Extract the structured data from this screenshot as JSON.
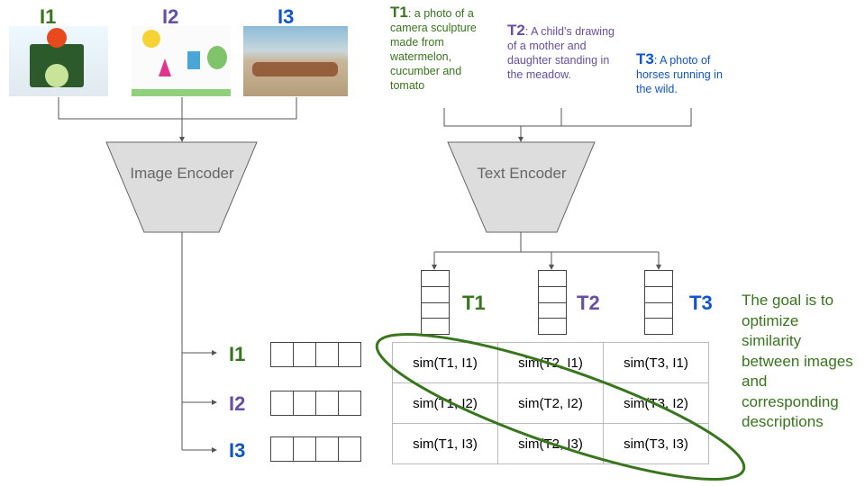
{
  "images": [
    {
      "label": "I1",
      "picture": "camera-sculpture-photo"
    },
    {
      "label": "I2",
      "picture": "child-drawing"
    },
    {
      "label": "I3",
      "picture": "horses-photo"
    }
  ],
  "texts": [
    {
      "label": "T1",
      "desc": ": a photo of a camera sculpture made from watermelon, cucumber and tomato"
    },
    {
      "label": "T2",
      "desc": ": A child’s drawing of a mother and daughter standing in the meadow."
    },
    {
      "label": "T3",
      "desc": ": A photo of horses running in the wild."
    }
  ],
  "image_encoder": "Image Encoder",
  "text_encoder": "Text Encoder",
  "image_embeddings": [
    "I1",
    "I2",
    "I3"
  ],
  "text_embeddings": [
    "T1",
    "T2",
    "T3"
  ],
  "matrix": [
    [
      "sim(T1, I1)",
      "sim(T2, I1)",
      "sim(T3, I1)"
    ],
    [
      "sim(T1, I2)",
      "sim(T2, I2)",
      "sim(T3, I2)"
    ],
    [
      "sim(T1, I3)",
      "sim(T2, I3)",
      "sim(T3, I3)"
    ]
  ],
  "goal": "The goal is to optimize similarity between images and corresponding descriptions",
  "colors": {
    "green": "#38761d",
    "purple": "#674ea7",
    "blue": "#1155cc"
  }
}
